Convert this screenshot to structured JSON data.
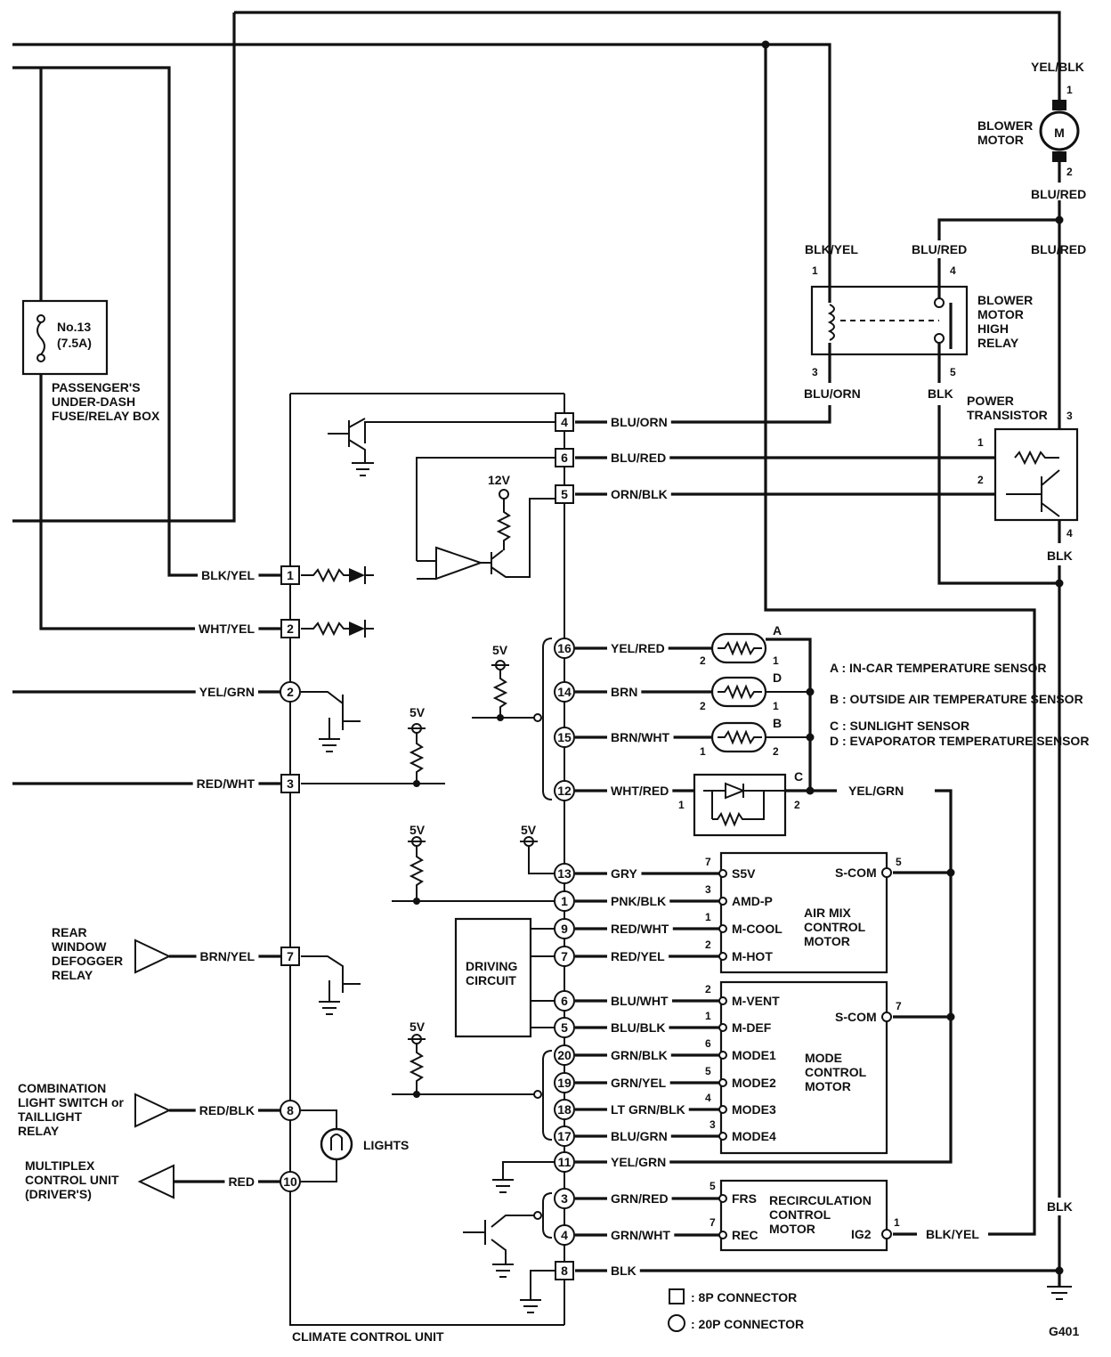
{
  "wire_labels": {
    "yel_blk_top": "YEL/BLK",
    "blu_red_motor": "BLU/RED",
    "blk_yel_relay": "BLK/YEL",
    "blu_red_relay": "BLU/RED",
    "blu_red_right": "BLU/RED",
    "blu_orn_relay": "BLU/ORN",
    "blk_relay": "BLK",
    "blk_transistor": "BLK",
    "blk_lower": "BLK",
    "blk_yel_ig2": "BLK/YEL",
    "yel_grn_c": "YEL/GRN"
  },
  "pin_numbers": {
    "motor_1": "1",
    "motor_2": "2",
    "relay_1": "1",
    "relay_4": "4",
    "relay_3": "3",
    "relay_5": "5",
    "tr_1": "1",
    "tr_2": "2",
    "tr_3": "3",
    "tr_4": "4"
  },
  "components": {
    "blower_motor": "BLOWER MOTOR",
    "motor_symbol": "M",
    "high_relay": "BLOWER MOTOR HIGH RELAY",
    "power_transistor": "POWER TRANSISTOR",
    "fuse": "No.13 (7.5A)",
    "fuse_box": "PASSENGER'S UNDER-DASH FUSE/RELAY BOX",
    "driving_circuit": "DRIVING CIRCUIT",
    "air_mix_motor": "AIR MIX CONTROL MOTOR",
    "mode_motor": "MODE CONTROL MOTOR",
    "recirc_motor": "RECIRCULATION CONTROL MOTOR",
    "rear_window": "REAR WINDOW DEFOGGER RELAY",
    "combination_light": "COMBINATION LIGHT SWITCH or TAILLIGHT RELAY",
    "multiplex": "MULTIPLEX CONTROL UNIT (DRIVER'S)",
    "lights": "LIGHTS",
    "climate_unit": "CLIMATE CONTROL UNIT",
    "ground": "G401"
  },
  "voltages": {
    "v12": "12V",
    "v5": "5V"
  },
  "sensor_legend": [
    "A : IN-CAR TEMPERATURE SENSOR",
    "B : OUTSIDE AIR TEMPERATURE SENSOR",
    "C : SUNLIGHT SENSOR",
    "D : EVAPORATOR TEMPERATURE SENSOR"
  ],
  "sensor_letters": {
    "a": "A",
    "d": "D",
    "b": "B",
    "c": "C"
  },
  "connector_legend": {
    "square": ": 8P CONNECTOR",
    "circle": ": 20P CONNECTOR"
  },
  "ccu_pins": [
    {
      "pin": "4",
      "type": "8P",
      "wire": "BLU/ORN"
    },
    {
      "pin": "6",
      "type": "8P",
      "wire": "BLU/RED"
    },
    {
      "pin": "5",
      "type": "8P",
      "wire": "ORN/BLK"
    },
    {
      "pin": "1",
      "type": "8P",
      "wire": "BLK/YEL"
    },
    {
      "pin": "2",
      "type": "8P",
      "wire": "WHT/YEL"
    },
    {
      "pin": "2",
      "type": "20P",
      "wire": "YEL/GRN"
    },
    {
      "pin": "3",
      "type": "8P",
      "wire": "RED/WHT"
    },
    {
      "pin": "16",
      "type": "20P",
      "wire": "YEL/RED"
    },
    {
      "pin": "14",
      "type": "20P",
      "wire": "BRN"
    },
    {
      "pin": "15",
      "type": "20P",
      "wire": "BRN/WHT"
    },
    {
      "pin": "12",
      "type": "20P",
      "wire": "WHT/RED"
    },
    {
      "pin": "13",
      "type": "20P",
      "wire": "GRY"
    },
    {
      "pin": "1",
      "type": "20P",
      "wire": "PNK/BLK"
    },
    {
      "pin": "9",
      "type": "20P",
      "wire": "RED/WHT"
    },
    {
      "pin": "7",
      "type": "20P",
      "wire": "RED/YEL"
    },
    {
      "pin": "6",
      "type": "20P",
      "wire": "BLU/WHT"
    },
    {
      "pin": "5",
      "type": "20P",
      "wire": "BLU/BLK"
    },
    {
      "pin": "20",
      "type": "20P",
      "wire": "GRN/BLK"
    },
    {
      "pin": "19",
      "type": "20P",
      "wire": "GRN/YEL"
    },
    {
      "pin": "18",
      "type": "20P",
      "wire": "LT GRN/BLK"
    },
    {
      "pin": "17",
      "type": "20P",
      "wire": "BLU/GRN"
    },
    {
      "pin": "11",
      "type": "20P",
      "wire": "YEL/GRN"
    },
    {
      "pin": "3",
      "type": "20P",
      "wire": "GRN/RED"
    },
    {
      "pin": "4",
      "type": "20P",
      "wire": "GRN/WHT"
    },
    {
      "pin": "8",
      "type": "8P",
      "wire": "BLK"
    },
    {
      "pin": "7",
      "type": "8P",
      "wire": "BRN/YEL"
    },
    {
      "pin": "8",
      "type": "20P",
      "wire": "RED/BLK"
    },
    {
      "pin": "10",
      "type": "20P",
      "wire": "RED"
    }
  ],
  "motor_terminals": {
    "air_mix": [
      "S5V",
      "AMD-P",
      "M-COOL",
      "M-HOT",
      "S-COM"
    ],
    "mode": [
      "M-VENT",
      "M-DEF",
      "MODE1",
      "MODE2",
      "MODE3",
      "MODE4",
      "S-COM"
    ],
    "recirc": [
      "FRS",
      "REC",
      "IG2"
    ]
  },
  "motor_pin_numbers": {
    "air_mix": [
      "7",
      "3",
      "1",
      "2",
      "5"
    ],
    "mode": [
      "2",
      "1",
      "6",
      "5",
      "4",
      "3",
      "7"
    ],
    "recirc": [
      "5",
      "7",
      "1"
    ]
  },
  "sensor_pins": {
    "a": [
      "2",
      "1"
    ],
    "d": [
      "2",
      "1"
    ],
    "b": [
      "1",
      "2"
    ],
    "c": [
      "1",
      "2"
    ]
  }
}
